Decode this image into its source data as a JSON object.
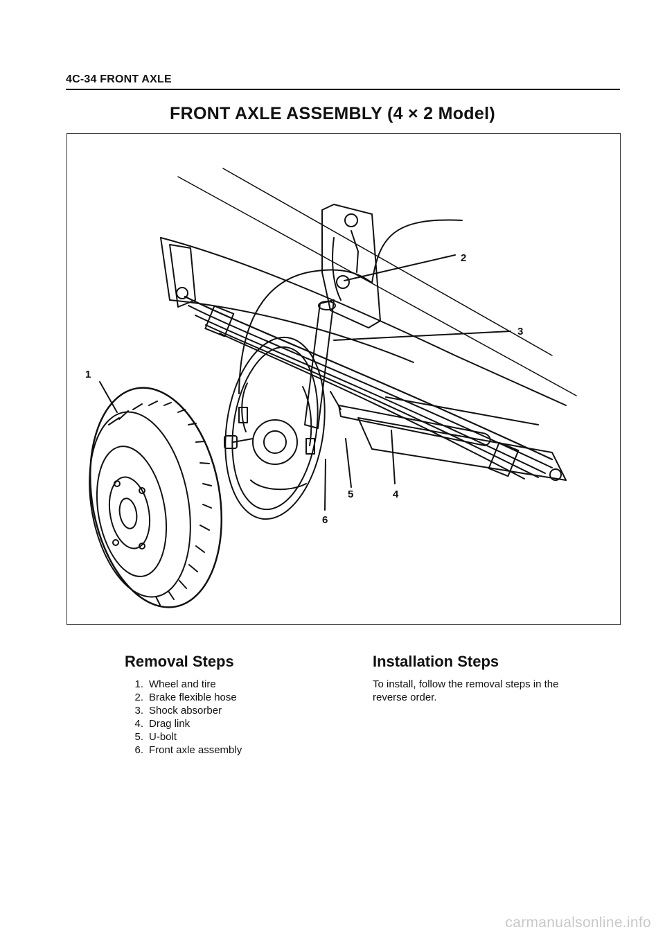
{
  "header": {
    "section": "4C-34 FRONT AXLE"
  },
  "title": "FRONT AXLE ASSEMBLY (4 × 2 Model)",
  "figure": {
    "callouts": [
      "1",
      "2",
      "3",
      "4",
      "5",
      "6"
    ]
  },
  "removal": {
    "heading": "Removal Steps",
    "steps": [
      {
        "num": "1.",
        "text": "Wheel and tire"
      },
      {
        "num": "2.",
        "text": "Brake flexible hose"
      },
      {
        "num": "3.",
        "text": "Shock absorber"
      },
      {
        "num": "4.",
        "text": "Drag link"
      },
      {
        "num": "5.",
        "text": "U-bolt"
      },
      {
        "num": "6.",
        "text": "Front axle assembly"
      }
    ]
  },
  "installation": {
    "heading": "Installation Steps",
    "text": "To install, follow the removal steps in the reverse order."
  },
  "watermark": "carmanualsonline.info"
}
